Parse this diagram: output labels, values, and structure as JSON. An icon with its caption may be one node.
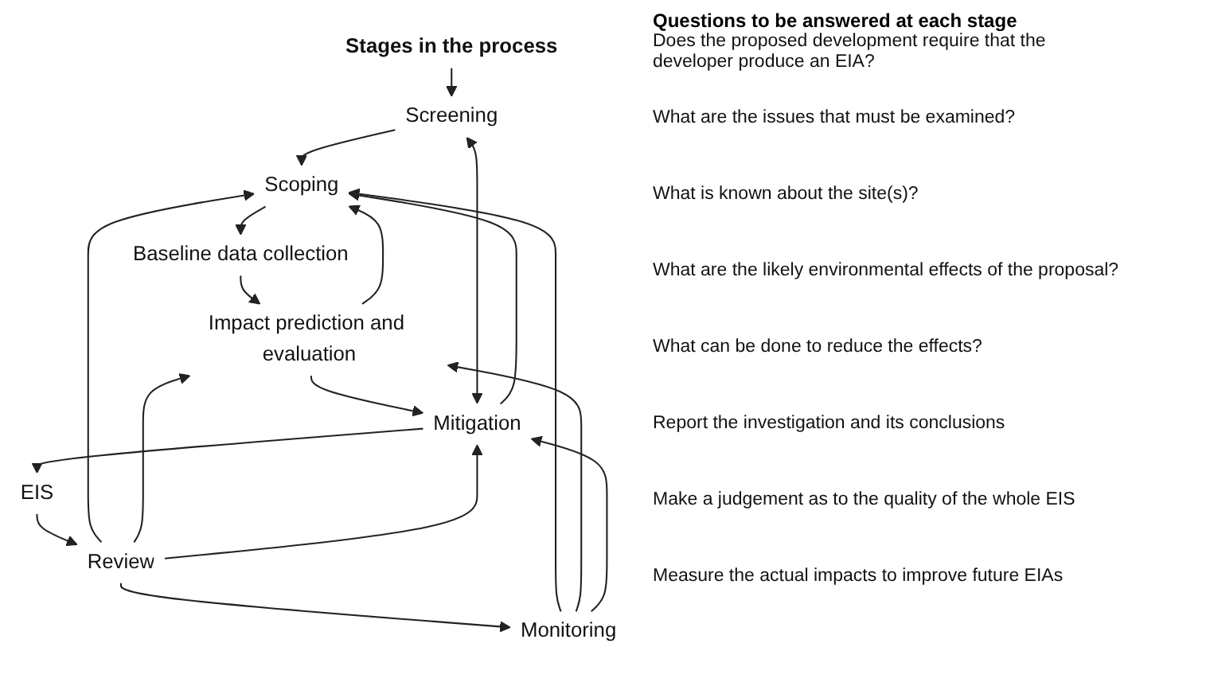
{
  "diagram": {
    "nodes": [
      {
        "text": [
          "Stages in the process"
        ]
      },
      {
        "text": [
          "Screening"
        ]
      },
      {
        "text": [
          "Scoping"
        ]
      },
      {
        "text": [
          "Baseline data collection"
        ]
      },
      {
        "text": [
          "Impact prediction and evaluation"
        ]
      },
      {
        "text": [
          "Mitigation"
        ]
      },
      {
        "text": [
          "EIS"
        ]
      },
      {
        "text": [
          "Review"
        ]
      },
      {
        "text": [
          "Monitoring"
        ]
      }
    ],
    "edges": [
      {
        "from": 0,
        "to": 1,
        "arrow": "to"
      },
      {
        "from": 1,
        "to": 2,
        "arrow": "to"
      },
      {
        "from": 2,
        "to": 3,
        "arrow": "to"
      },
      {
        "from": 3,
        "to": 4,
        "arrow": "to"
      },
      {
        "from": 4,
        "to": 5,
        "arrow": "to"
      },
      {
        "from": 5,
        "to": 6,
        "arrow": "to"
      },
      {
        "from": 6,
        "to": 7,
        "arrow": "to"
      },
      {
        "from": 7,
        "to": 8,
        "arrow": "to"
      },
      {
        "from": 5,
        "to": 1,
        "arrow": "both"
      },
      {
        "from": 7,
        "to": 2,
        "arrow": "to"
      },
      {
        "from": 8,
        "to": 2,
        "arrow": "to"
      },
      {
        "from": 7,
        "to": 4,
        "arrow": "to"
      },
      {
        "from": 7,
        "to": 5,
        "arrow": "to"
      },
      {
        "from": 8,
        "to": 4,
        "arrow": "to"
      },
      {
        "from": 8,
        "to": 5,
        "arrow": "to"
      },
      {
        "from": 4,
        "to": 2,
        "arrow": "to"
      },
      {
        "from": 5,
        "to": 2,
        "arrow": "to"
      }
    ],
    "labels": [
      "Questions to be answered at each stage",
      "Does the proposed development require that the developer produce an EIA?",
      "What are the issues that must be examined?",
      "What is known about the site(s)?",
      "What are the likely environmental effects of the proposal?",
      "What can be done to reduce the effects?",
      "Report the investigation and its conclusions",
      "Make a judgement as to the quality of the whole EIS",
      "Measure the actual impacts to improve future EIAs"
    ]
  }
}
